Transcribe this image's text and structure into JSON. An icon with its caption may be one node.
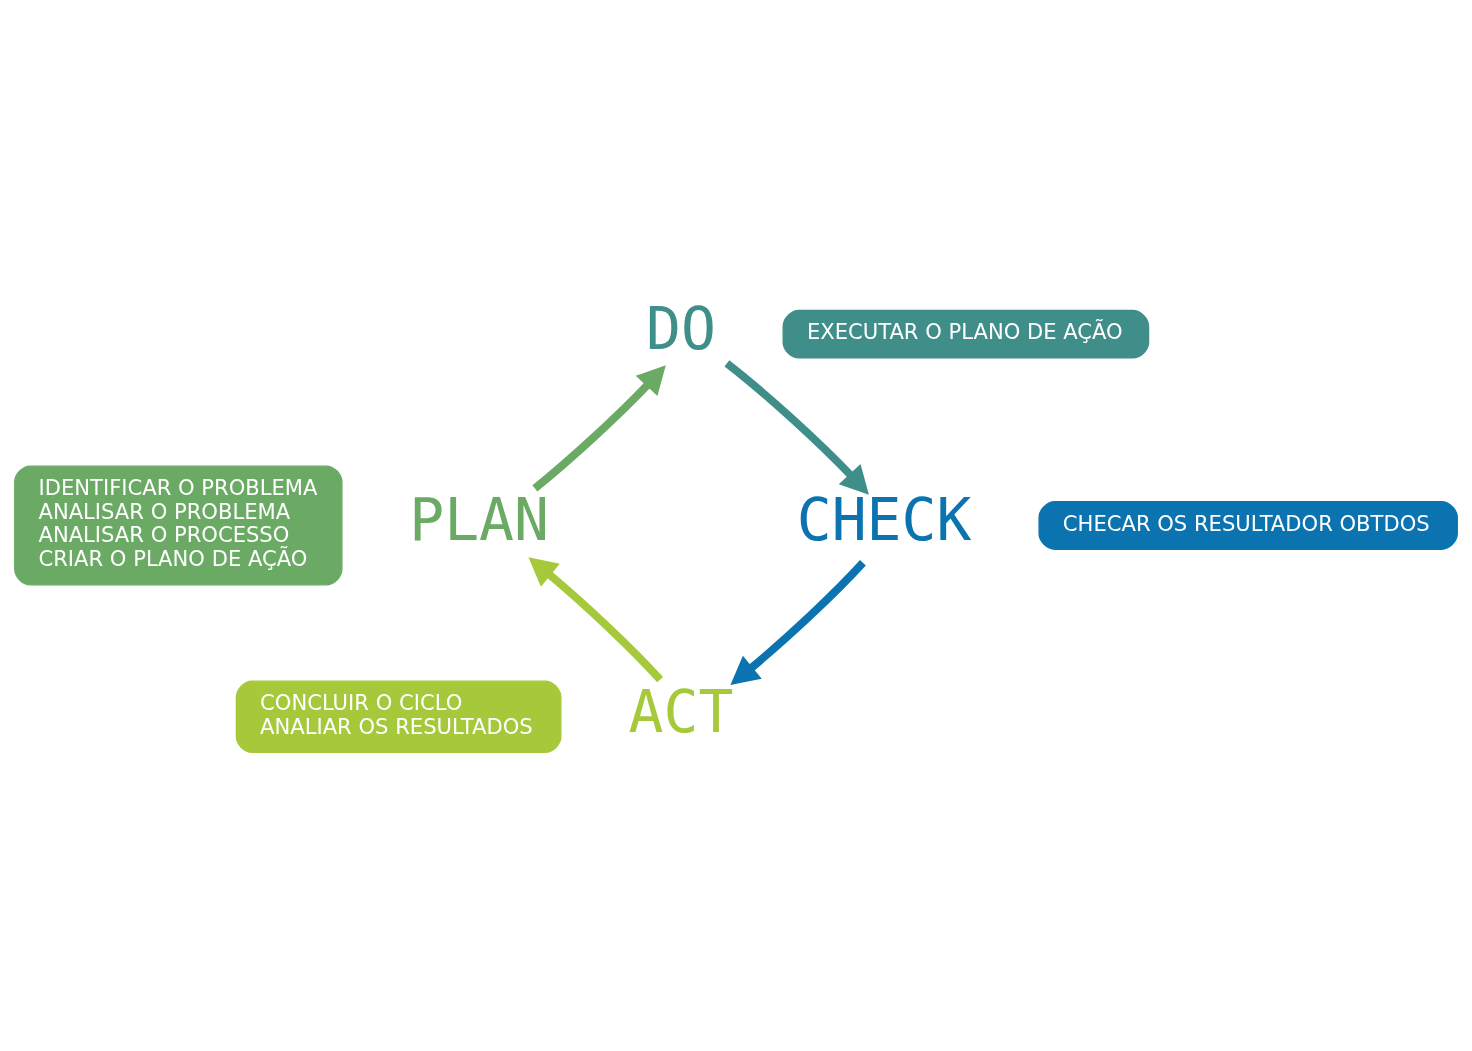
{
  "diagram": {
    "nodes": [
      {
        "text": [
          "PLAN"
        ]
      },
      {
        "text": [
          "IDENTIFICAR O PROBLEMA",
          "ANALISAR O PROBLEMA",
          "ANALISAR O PROCESSO",
          "CRIAR O PLANO DE AÇÃO"
        ]
      },
      {
        "text": [
          "DO"
        ]
      },
      {
        "text": [
          "EXECUTAR O PLANO DE AÇÃO"
        ]
      },
      {
        "text": [
          "CHECK"
        ]
      },
      {
        "text": [
          "CHECAR OS RESULTADOR OBTDOS"
        ]
      },
      {
        "text": [
          "ACT"
        ]
      },
      {
        "text": [
          "CONCLUIR O CICLO",
          "ANALIAR OS RESULTADOS"
        ]
      }
    ],
    "edges": [
      {
        "from": 0,
        "to": 2,
        "arrow": "to",
        "color": "#6aaa64"
      },
      {
        "from": 2,
        "to": 4,
        "arrow": "to",
        "color": "#3f8e89"
      },
      {
        "from": 4,
        "to": 6,
        "arrow": "to",
        "color": "#0b74b0"
      },
      {
        "from": 6,
        "to": 0,
        "arrow": "to",
        "color": "#a6c93c"
      }
    ]
  }
}
